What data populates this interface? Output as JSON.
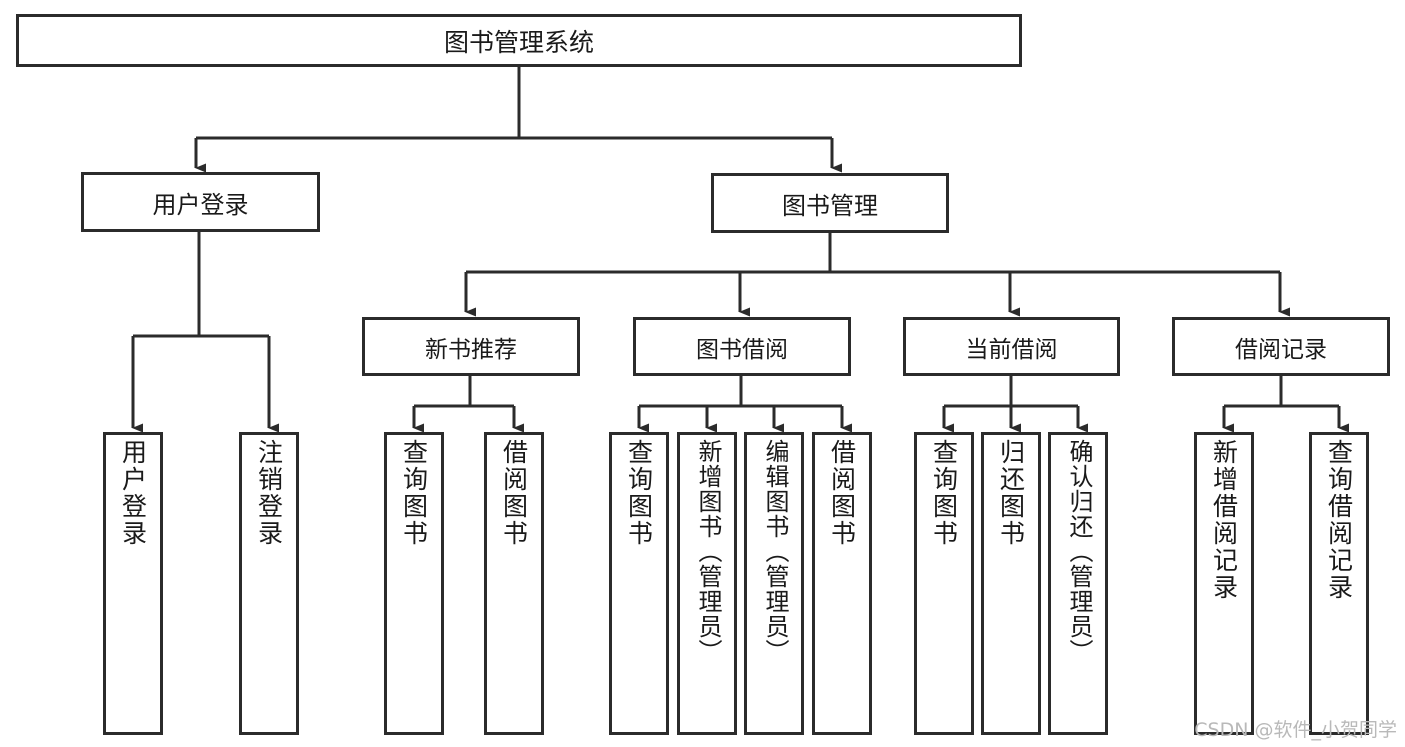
{
  "diagram": {
    "type": "tree",
    "title": "图书管理系统",
    "watermark": "CSDN @软件_小贺同学",
    "root": {
      "label": "图书管理系统"
    },
    "level2": [
      {
        "label": "用户登录"
      },
      {
        "label": "图书管理"
      }
    ],
    "level3": [
      {
        "label": "新书推荐"
      },
      {
        "label": "图书借阅"
      },
      {
        "label": "当前借阅"
      },
      {
        "label": "借阅记录"
      }
    ],
    "leaves": {
      "user_login": [
        {
          "label": "用户登录"
        },
        {
          "label": "注销登录"
        }
      ],
      "new_book": [
        {
          "label": "查询图书"
        },
        {
          "label": "借阅图书"
        }
      ],
      "book_borrow": [
        {
          "label": "查询图书"
        },
        {
          "label": "新增图书（管理员）"
        },
        {
          "label": "编辑图书（管理员）"
        },
        {
          "label": "借阅图书"
        }
      ],
      "current_borrow": [
        {
          "label": "查询图书"
        },
        {
          "label": "归还图书"
        },
        {
          "label": "确认归还（管理员）"
        }
      ],
      "borrow_record": [
        {
          "label": "新增借阅记录"
        },
        {
          "label": "查询借阅记录"
        }
      ]
    },
    "colors": {
      "stroke": "#2b2b2b",
      "fill": "#ffffff",
      "text": "#1a1a1a",
      "watermark": "#b9b9b9"
    }
  }
}
